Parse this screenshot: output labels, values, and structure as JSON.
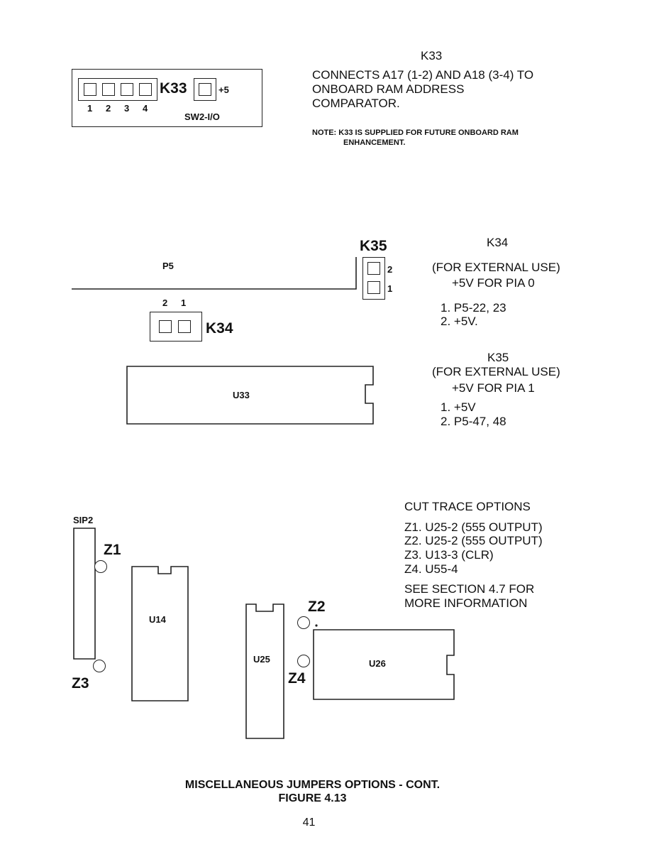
{
  "k33_section": {
    "heading": "K33",
    "desc_lines": [
      "CONNECTS A17 (1-2) AND A18 (3-4) TO",
      "ONBOARD RAM ADDRESS",
      "COMPARATOR."
    ],
    "note_lines": [
      "NOTE: K33 IS SUPPLIED FOR FUTURE ONBOARD RAM",
      "ENHANCEMENT."
    ],
    "diagram": {
      "jumper_label": "K33",
      "pin_numbers": [
        "1",
        "2",
        "3",
        "4"
      ],
      "plus5_label": "+5",
      "switch_label": "SW2-I/O"
    }
  },
  "k34_k35_section": {
    "diagram": {
      "p5_label": "P5",
      "k35_label": "K35",
      "k35_pins": [
        "2",
        "1"
      ],
      "k34_label": "K34",
      "k34_pins": [
        "2",
        "1"
      ],
      "u33_label": "U33"
    },
    "k34_text": {
      "heading": "K34",
      "lines": [
        "(FOR EXTERNAL USE)",
        "+5V FOR PIA 0"
      ],
      "items": [
        "1.  P5-22, 23",
        "2.  +5V."
      ]
    },
    "k35_text": {
      "heading": "K35",
      "lines": [
        "(FOR EXTERNAL USE)",
        "+5V FOR PIA 1"
      ],
      "items": [
        "1.  +5V",
        "2.  P5-47, 48"
      ]
    }
  },
  "cut_trace_section": {
    "diagram": {
      "sip_label": "SIP2",
      "z1": "Z1",
      "z2": "Z2",
      "z3": "Z3",
      "z4": "Z4",
      "u14": "U14",
      "u25": "U25",
      "u26": "U26"
    },
    "heading": "CUT TRACE OPTIONS",
    "items": [
      "Z1.  U25-2 (555 OUTPUT)",
      "Z2.  U25-2 (555 OUTPUT)",
      "Z3.  U13-3 (CLR)",
      "Z4.  U55-4"
    ],
    "footer_lines": [
      "SEE SECTION 4.7 FOR",
      "MORE INFORMATION"
    ]
  },
  "caption": {
    "title": "MISCELLANEOUS JUMPERS OPTIONS - CONT.",
    "figure": "FIGURE 4.13"
  },
  "page_number": "41"
}
